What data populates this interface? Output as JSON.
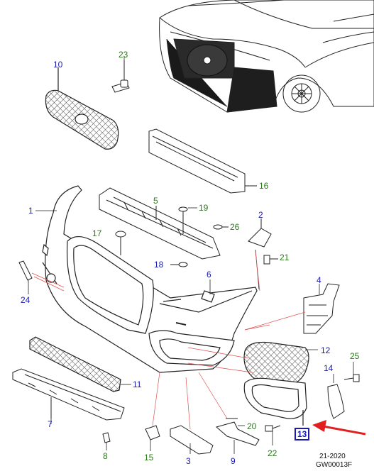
{
  "callouts": {
    "c1": "1",
    "c2": "2",
    "c3": "3",
    "c4": "4",
    "c5": "5",
    "c6": "6",
    "c7": "7",
    "c8": "8",
    "c9": "9",
    "c10": "10",
    "c11": "11",
    "c12": "12",
    "c13": "13",
    "c14": "14",
    "c15": "15",
    "c16": "16",
    "c17": "17",
    "c18": "18",
    "c19": "19",
    "c20": "20",
    "c21": "21",
    "c22": "22",
    "c23": "23",
    "c24": "24",
    "c25": "25",
    "c26": "26"
  },
  "footer": {
    "year_code": "21-2020",
    "drawing_code": "GW00013F"
  },
  "colors": {
    "label_blue": "#1a1ab0",
    "label_green": "#2a7a1a",
    "pointer_red": "#e02020",
    "line": "#222222"
  },
  "highlighted_part": "13"
}
